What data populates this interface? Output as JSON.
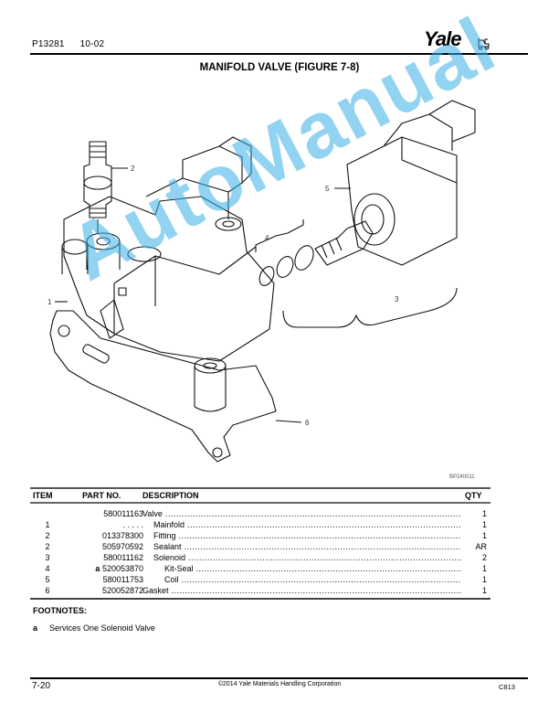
{
  "header": {
    "doc_number": "P13281",
    "doc_date": "10-02",
    "brand": "Yale"
  },
  "title": "MANIFOLD VALVE (FIGURE 7-8)",
  "figure": {
    "code": "BP240011",
    "watermark": "AutoManual",
    "callouts": [
      "1",
      "2",
      "3",
      "4",
      "5",
      "6"
    ],
    "colors": {
      "line": "#111111",
      "watermark": "#38b0e6"
    }
  },
  "table": {
    "headers": {
      "item": "ITEM",
      "part": "PART NO.",
      "desc": "DESCRIPTION",
      "qty": "QTY"
    },
    "rows": [
      {
        "item": "",
        "fn": "",
        "part": "580011163",
        "desc": "Valve",
        "indent": 0,
        "qty": "1"
      },
      {
        "item": "1",
        "fn": "",
        "part": ". . . . .",
        "desc": "Mainfold",
        "indent": 1,
        "qty": "1"
      },
      {
        "item": "2",
        "fn": "",
        "part": "013378300",
        "desc": "Fitting",
        "indent": 1,
        "qty": "1"
      },
      {
        "item": "2",
        "fn": "",
        "part": "505970592",
        "desc": "Sealant",
        "indent": 1,
        "qty": "AR"
      },
      {
        "item": "3",
        "fn": "",
        "part": "580011162",
        "desc": "Solenoid",
        "indent": 1,
        "qty": "2"
      },
      {
        "item": "4",
        "fn": "a",
        "part": "520053870",
        "desc": "Kit-Seal",
        "indent": 2,
        "qty": "1"
      },
      {
        "item": "5",
        "fn": "",
        "part": "580011753",
        "desc": "Coil",
        "indent": 2,
        "qty": "1"
      },
      {
        "item": "6",
        "fn": "",
        "part": "520052872",
        "desc": "Gasket",
        "indent": 0,
        "qty": "1"
      }
    ]
  },
  "footnotes": {
    "title": "FOOTNOTES:",
    "items": [
      {
        "key": "a",
        "text": "Services One Solenoid Valve"
      }
    ]
  },
  "footer": {
    "page": "7-20",
    "copyright": "©2014 Yale Materials Handling Corporation",
    "code": "C813"
  }
}
